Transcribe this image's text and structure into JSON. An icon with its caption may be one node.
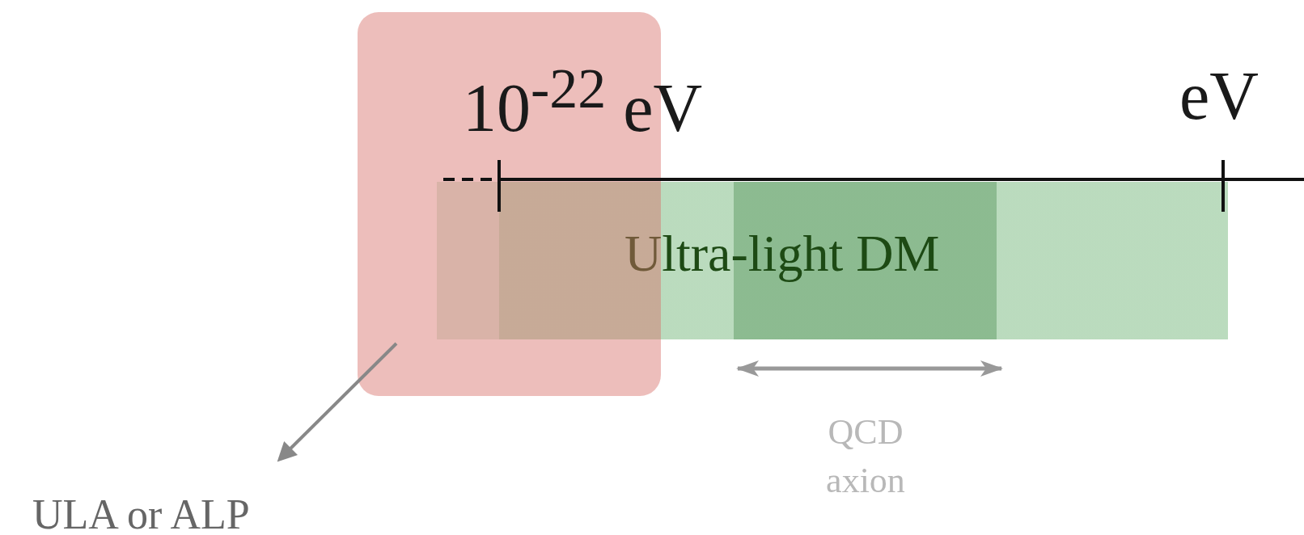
{
  "diagram": {
    "nodes": [
      {
        "text": [],
        "shape": "box"
      },
      {
        "text": [
          "Ultra-light DM"
        ]
      },
      {
        "text": [
          "ULA or ALP"
        ]
      }
    ],
    "edges": [
      {
        "from": 0,
        "to": 2,
        "arrow": "to"
      }
    ],
    "labels": [
      "10$^{-22}$ eV",
      "eV",
      "QCD axion"
    ]
  }
}
